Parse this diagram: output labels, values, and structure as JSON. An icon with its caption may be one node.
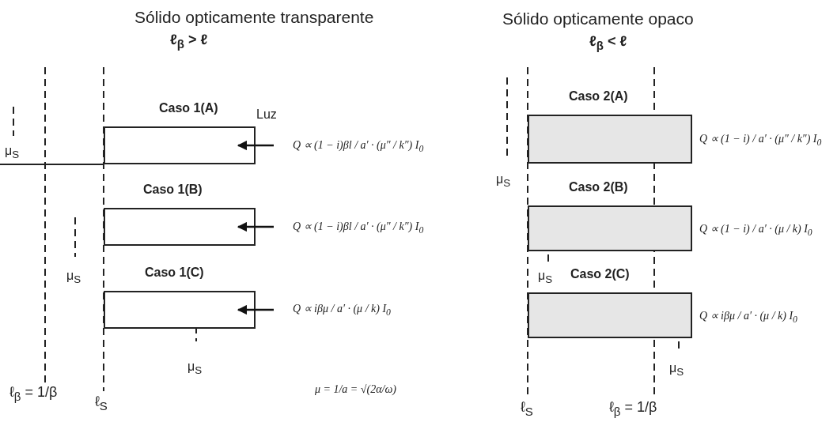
{
  "diagram": {
    "nodes": [
      {
        "text": [
          "Caso 1(A)"
        ]
      },
      {
        "text": [
          "Caso 1(B)"
        ]
      },
      {
        "text": [
          "Caso 1(C)"
        ]
      },
      {
        "text": [
          "Caso 2(A)"
        ]
      },
      {
        "text": [
          "Caso 2(B)"
        ]
      },
      {
        "text": [
          "Caso 2(C)"
        ]
      }
    ],
    "edges": [
      {
        "from": null,
        "to": 0,
        "arrow": "to",
        "label": "Luz"
      },
      {
        "from": null,
        "to": 1,
        "arrow": "to"
      },
      {
        "from": null,
        "to": 2,
        "arrow": "to"
      }
    ],
    "labels": [
      "Sólido opticamente transparente",
      "ℓ$_{β}$ > ℓ",
      "Sólido opticamente opaco",
      "ℓ$_{β}$ < ℓ",
      "μ$_{S}$",
      "Q ∝ (1 − i)βl / a′ · (μ″ / k″) I$_{0}$",
      "μ$_{S}$",
      "Q ∝ (1 − i)βl / a′ · (μ″ / k″) I$_{0}$",
      "Q ∝ iβμ / a′ · (μ / k) I$_{0}$",
      "μ$_{S}$",
      "ℓ$_{β}$ = 1/β",
      "ℓ$_{S}$",
      "μ = 1/a = √(2α/ω)",
      "μ$_{S}$",
      "Q ∝ (1 − i) / a′ · (μ″ / k″) I$_{0}$",
      "μ$_{S}$",
      "Q ∝ (1 − i) / a′ · (μ / k) I$_{0}$",
      "Q ∝ iβμ / a′ · (μ / k) I$_{0}$",
      "μ$_{S}$",
      "ℓ$_{S}$",
      "ℓ$_{β}$ = 1/β"
    ]
  }
}
